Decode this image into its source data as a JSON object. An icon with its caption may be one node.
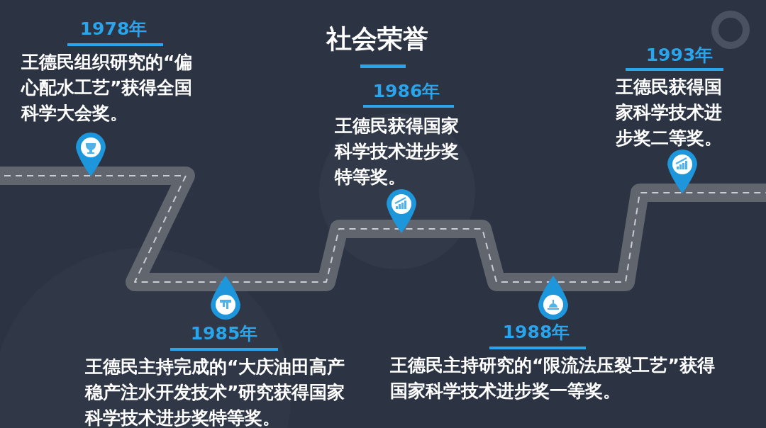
{
  "diagram": {
    "title": "社会荣誉",
    "labels": [
      "1978年",
      "王德民组织研究的“偏心配水工艺”获得全国科学大会奖。",
      "1986年",
      "王德民获得国家科学技术进步奖特等奖。",
      "1993年",
      "王德民获得国家科学技术进步奖二等奖。",
      "1985年",
      "王德民主持完成的“大庆油田高产稳产注水开发技术”研究获得国家科学技术进步奖特等奖。",
      "1988年",
      "王德民主持研究的“限流法压裂工艺”获得国家科学技术进步奖一等奖。"
    ]
  }
}
